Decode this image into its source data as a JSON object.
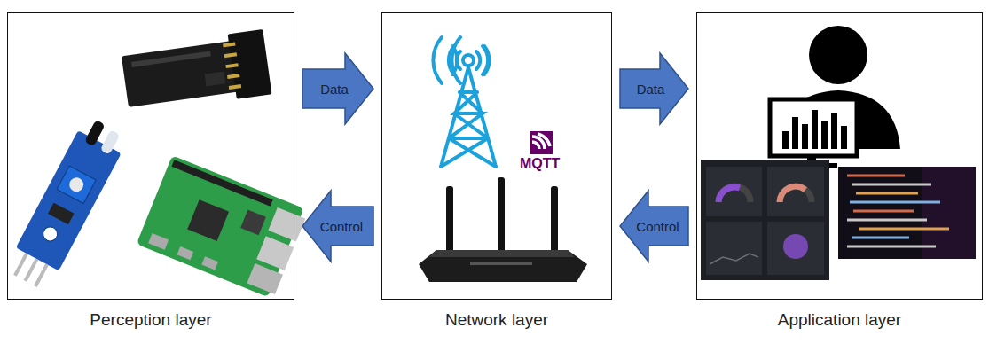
{
  "diagram": {
    "nodes": [
      {
        "text": [
          "Perception layer"
        ]
      },
      {
        "text": [
          "Network layer"
        ]
      },
      {
        "text": [
          "Application layer"
        ]
      }
    ],
    "edges": [
      {
        "from": 0,
        "to": 1,
        "label": "Data",
        "arrow": "to"
      },
      {
        "from": 1,
        "to": 0,
        "label": "Control",
        "arrow": "to"
      },
      {
        "from": 1,
        "to": 2,
        "label": "Data",
        "arrow": "to"
      },
      {
        "from": 2,
        "to": 1,
        "label": "Control",
        "arrow": "to"
      }
    ],
    "labels": [
      "MQTT"
    ]
  }
}
